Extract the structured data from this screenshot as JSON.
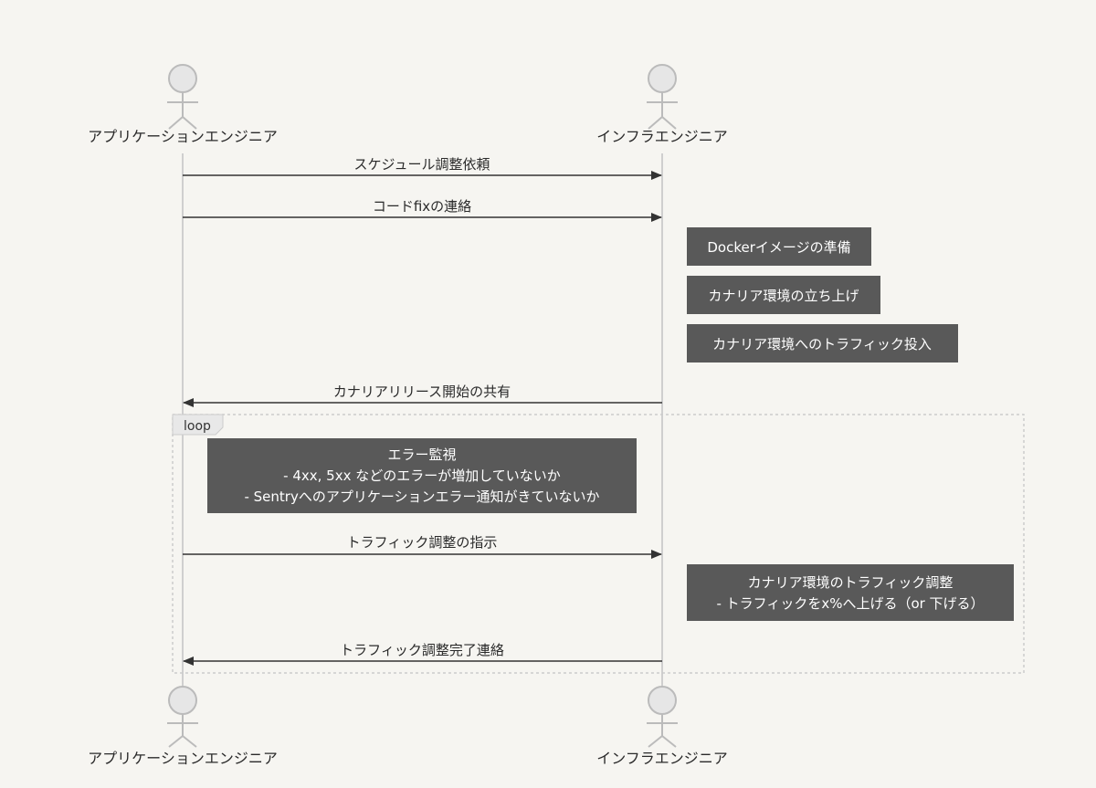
{
  "actors": {
    "app": "アプリケーションエンジニア",
    "infra": "インフラエンジニア"
  },
  "messages": [
    "スケジュール調整依頼",
    "コードfixの連絡",
    "カナリアリリース開始の共有",
    "トラフィック調整の指示",
    "トラフィック調整完了連絡"
  ],
  "notes": [
    [
      "Dockerイメージの準備"
    ],
    [
      "カナリア環境の立ち上げ"
    ],
    [
      "カナリア環境へのトラフィック投入"
    ],
    [
      "エラー監視",
      "- 4xx, 5xx などのエラーが増加していないか",
      "- Sentryへのアプリケーションエラー通知がきていないか"
    ],
    [
      "カナリア環境のトラフィック調整",
      "- トラフィックをx%へ上げる（or 下げる）"
    ]
  ],
  "loop": {
    "label": "loop"
  },
  "colors": {
    "background": "#f6f5f1",
    "note_fill": "#595959",
    "lifeline": "#cccccc",
    "arrow": "#333333",
    "actor_fill": "#e6e6e6",
    "actor_stroke": "#bbbbbb"
  }
}
